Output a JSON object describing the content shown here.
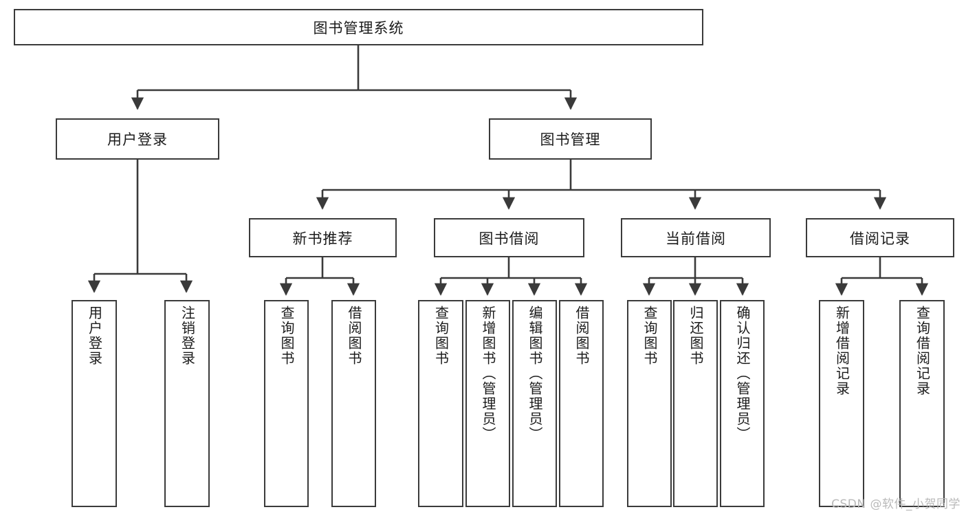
{
  "diagram": {
    "type": "tree",
    "title": "图书管理系统",
    "watermark": "CSDN @软件_小贺同学",
    "colors": {
      "box_border": "#3a3a3a",
      "box_fill": "#ffffff",
      "connector": "#3a3a3a",
      "text": "#1b1b1b",
      "watermark": "#b9b9b9"
    },
    "root": {
      "label": "图书管理系统"
    },
    "level2": [
      {
        "label": "用户登录"
      },
      {
        "label": "图书管理"
      }
    ],
    "level3": [
      {
        "label": "新书推荐"
      },
      {
        "label": "图书借阅"
      },
      {
        "label": "当前借阅"
      },
      {
        "label": "借阅记录"
      }
    ],
    "leaves": {
      "user_login": [
        {
          "label": "用户登录"
        },
        {
          "label": "注销登录"
        }
      ],
      "new_book_recommend": [
        {
          "label": "查询图书"
        },
        {
          "label": "借阅图书"
        }
      ],
      "book_borrow": [
        {
          "label": "查询图书"
        },
        {
          "label": "新增图书（管理员）"
        },
        {
          "label": "编辑图书（管理员）"
        },
        {
          "label": "借阅图书"
        }
      ],
      "current_borrow": [
        {
          "label": "查询图书"
        },
        {
          "label": "归还图书"
        },
        {
          "label": "确认归还（管理员）"
        }
      ],
      "borrow_record": [
        {
          "label": "新增借阅记录"
        },
        {
          "label": "查询借阅记录"
        }
      ]
    }
  }
}
